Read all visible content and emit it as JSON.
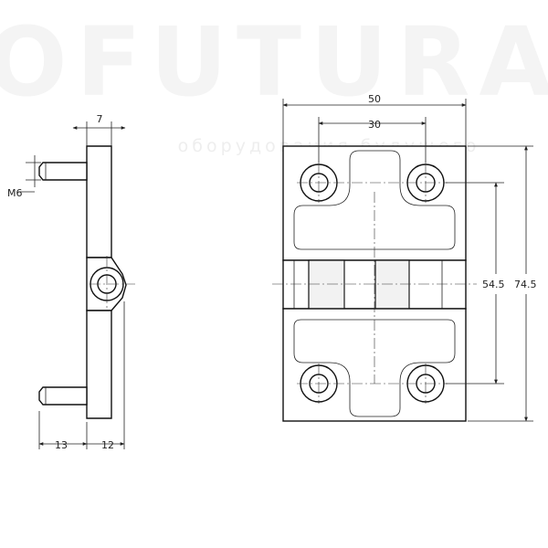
{
  "watermark": {
    "brand": "OFUTURA",
    "tagline": "оборудования будущего"
  },
  "dimensions": {
    "side_view": {
      "offset_top": "7",
      "thread": "M6",
      "bottom_left": "13",
      "bottom_right": "12"
    },
    "front_view": {
      "overall_width": "50",
      "hole_spacing_x": "30",
      "hole_spacing_y": "54.5",
      "overall_height": "74.5"
    }
  }
}
